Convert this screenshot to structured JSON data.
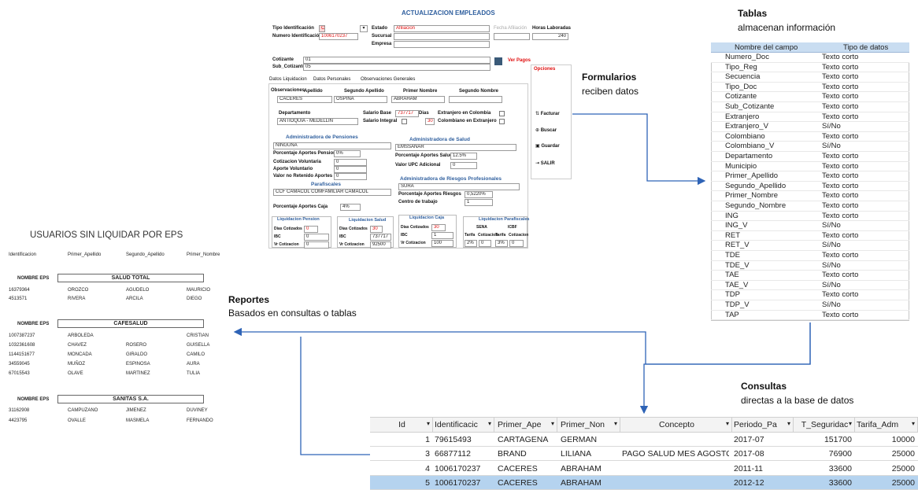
{
  "form": {
    "title": "ACTUALIZACION EMPLEADOS",
    "tipo_identificacion_label": "Tipo Identificación",
    "tipo_identificacion_value": "CC",
    "numero_identificacion_label": "Numero Identificación",
    "numero_identificacion_value": "1006170237",
    "estado_label": "Estado",
    "estado_value": "Afiliacion",
    "sucursal_label": "Sucursal",
    "empresa_label": "Empresa",
    "fecha_afiliacion_label": "Fecha Afiliación",
    "horas_laboradas_label": "Horas Laboradas",
    "horas_laboradas_value": "240",
    "cotizante_label": "Cotizante",
    "cotizante_value": "01",
    "sub_cotizante_label": "Sub_Cotizante",
    "sub_cotizante_value": "05",
    "ver_pagos": "Ver Pagos",
    "tabs": [
      "Datos Liquidacion",
      "Datos Personales",
      "Observaciones Generales"
    ],
    "opciones_label": "Opciones",
    "observaciones_label": "Observaciones",
    "apellido_label": "Apellido",
    "apellido_value": "CACERES",
    "segundo_apellido_label": "Segundo Apellido",
    "segundo_apellido_value": "OSPINA",
    "primer_nombre_label": "Primer Nombre",
    "primer_nombre_value": "ABRAHAM",
    "segundo_nombre_label": "Segundo Nombre",
    "departamento_label": "Departamento",
    "departamento_value": "ANTIOQUIA - MEDELLÍN",
    "salario_base_label": "Salario Base",
    "salario_base_value": "737717",
    "salario_integral_label": "Salario Integral",
    "dias_label": "Dias",
    "dias_value": "30",
    "extranjero_colombia_label": "Extranjero en Colombia",
    "colombiano_extranjero_label": "Colombiano en Extranjero",
    "buttons": [
      "Facturar",
      "Buscar",
      "Guardar",
      "SALIR"
    ],
    "pensiones_title": "Administradora de Pensiones",
    "pensiones_value": "NINGUNA",
    "pct_pension_label": "Porcentaje Aportes Pension",
    "pct_pension_value": "0%",
    "cot_voluntaria_label": "Cotizacion Voluntaria",
    "cot_voluntaria_value": "0",
    "aporte_voluntario_label": "Aporte Voluntario",
    "aporte_voluntario_value": "0",
    "valor_no_retenido_label": "Valor no Retenido Aportes",
    "valor_no_retenido_value": "0",
    "salud_title": "Administradora de Salud",
    "salud_value": "EMSSANAR",
    "pct_salud_label": "Porcentaje Aportes Salud",
    "pct_salud_value": "12.5%",
    "valor_upc_label": "Valor UPC Adicional",
    "valor_upc_value": "0",
    "riesgos_title": "Administradora de Riesgos Profesionales",
    "riesgos_value": "SURA",
    "pct_riesgos_label": "Porcentaje Aportes Riesgos",
    "pct_riesgos_value": "0,5220%",
    "centro_trabajo_label": "Centro de trabajo",
    "centro_trabajo_value": "1",
    "parafiscales_title": "Parafiscales",
    "parafiscales_value": "CCF CAMACOL COMFAMILIAR CAMACOL",
    "pct_caja_label": "Porcentaje Aportes Caja",
    "pct_caja_value": "4%",
    "liq_pension_title": "Liquidacion Pension",
    "liq_salud_title": "Liquidacion Salud",
    "liq_caja_title": "Liquidacion Caja",
    "liq_parafiscales_title": "Liquidacion Parafiscales",
    "dias_cotizados_label": "Dias Cotizados",
    "ibc_label": "IBC",
    "vr_cotizacion_label": "Vr Cotizacion",
    "lp_dias": "0",
    "lp_ibc": "0",
    "lp_vr": "0",
    "ls_dias": "30",
    "ls_ibc": "737717",
    "ls_vr": "92500",
    "lc_dias": "30",
    "lc_ibc": "1",
    "lc_vr": "100",
    "sena_label": "SENA",
    "icbf_label": "ICBF",
    "tarifa_label": "Tarifa",
    "cotizacion_label": "Cotizacion",
    "sena_tarifa": "2%",
    "sena_cot": "0",
    "icbf_tarifa": "3%",
    "icbf_cot": "0"
  },
  "annotations": {
    "formularios_title": "Formularios",
    "formularios_sub": "reciben datos",
    "tablas_title": "Tablas",
    "tablas_sub": "almacenan información",
    "reportes_title": "Reportes",
    "reportes_sub": "Basados en consultas o tablas",
    "consultas_title": "Consultas",
    "consultas_sub": "directas a la base de datos"
  },
  "report": {
    "title": "USUARIOS SIN LIQUIDAR POR EPS",
    "headers": [
      "Identificacion",
      "Primer_Apellido",
      "Segundo_Apellido",
      "Primer_Nombre"
    ],
    "eps_label": "NOMBRE EPS",
    "groups": [
      {
        "name": "SALUD TOTAL",
        "rows": [
          [
            "16379364",
            "OROZCO",
            "AGUDELO",
            "MAURICIO"
          ],
          [
            "4513571",
            "RIVERA",
            "ARCILA",
            "DIEGO"
          ]
        ]
      },
      {
        "name": "CAFESALUD",
        "rows": [
          [
            "1007387237",
            "ARBOLEDA",
            "",
            "CRISTIAN"
          ],
          [
            "1032361608",
            "CHAVEZ",
            "ROSERO",
            "GUISELLA"
          ],
          [
            "1144151677",
            "MONCADA",
            "GIRALDO",
            "CAMILO"
          ],
          [
            "34559045",
            "MUÑOZ",
            "ESPINOSA",
            "AURA"
          ],
          [
            "67015543",
            "OLAVE",
            "MARTINEZ",
            "TULIA"
          ]
        ]
      },
      {
        "name": "SANITAS S.A.",
        "rows": [
          [
            "31162908",
            "CAMPUZANO",
            "JIMENEZ",
            "DUVINEY"
          ],
          [
            "4423795",
            "OVALLE",
            "MASMELA",
            "FERNANDO"
          ]
        ]
      }
    ]
  },
  "design_table": {
    "headers": [
      "Nombre del campo",
      "Tipo de datos"
    ],
    "rows": [
      [
        "Numero_Doc",
        "Texto corto"
      ],
      [
        "Tipo_Reg",
        "Texto corto"
      ],
      [
        "Secuencia",
        "Texto corto"
      ],
      [
        "Tipo_Doc",
        "Texto corto"
      ],
      [
        "Cotizante",
        "Texto corto"
      ],
      [
        "Sub_Cotizante",
        "Texto corto"
      ],
      [
        "Extranjero",
        "Texto corto"
      ],
      [
        "Extranjero_V",
        "Sí/No"
      ],
      [
        "Colombiano",
        "Texto corto"
      ],
      [
        "Colombiano_V",
        "Sí/No"
      ],
      [
        "Departamento",
        "Texto corto"
      ],
      [
        "Municipio",
        "Texto corto"
      ],
      [
        "Primer_Apellido",
        "Texto corto"
      ],
      [
        "Segundo_Apellido",
        "Texto corto"
      ],
      [
        "Primer_Nombre",
        "Texto corto"
      ],
      [
        "Segundo_Nombre",
        "Texto corto"
      ],
      [
        "ING",
        "Texto corto"
      ],
      [
        "ING_V",
        "Sí/No"
      ],
      [
        "RET",
        "Texto corto"
      ],
      [
        "RET_V",
        "Sí/No"
      ],
      [
        "TDE",
        "Texto corto"
      ],
      [
        "TDE_V",
        "Sí/No"
      ],
      [
        "TAE",
        "Texto corto"
      ],
      [
        "TAE_V",
        "Sí/No"
      ],
      [
        "TDP",
        "Texto corto"
      ],
      [
        "TDP_V",
        "Sí/No"
      ],
      [
        "TAP",
        "Texto corto"
      ]
    ]
  },
  "query": {
    "headers": [
      "Id",
      "Identificacic",
      "Primer_Ape",
      "Primer_Non",
      "Concepto",
      "Periodo_Pa",
      "T_Seguridac",
      "Tarifa_Adm"
    ],
    "rows": [
      [
        "1",
        "79615493",
        "CARTAGENA",
        "GERMAN",
        "",
        "2017-07",
        "151700",
        "10000"
      ],
      [
        "3",
        "66877112",
        "BRAND",
        "LILIANA",
        "PAGO SALUD MES AGOSTO /",
        "2017-08",
        "76900",
        "25000"
      ],
      [
        "4",
        "1006170237",
        "CACERES",
        "ABRAHAM",
        "",
        "2011-11",
        "33600",
        "25000"
      ],
      [
        "5",
        "1006170237",
        "CACERES",
        "ABRAHAM",
        "",
        "2012-12",
        "33600",
        "25000"
      ]
    ]
  },
  "colors": {
    "arrow": "#2e63b6",
    "selected_row": "#b5d3ef",
    "table_header": "#c9ddf1",
    "key_icon": "#e8b400"
  }
}
